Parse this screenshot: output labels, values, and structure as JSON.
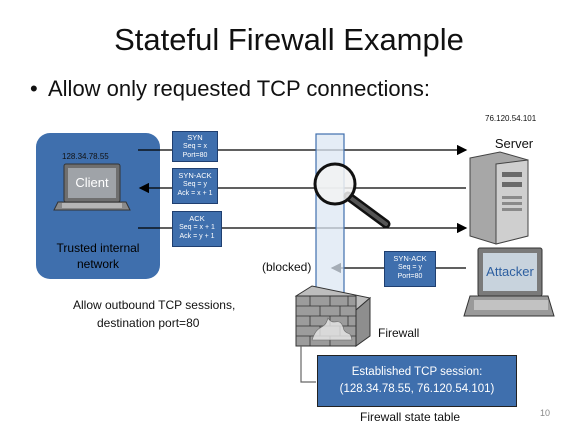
{
  "slide": {
    "title": "Stateful Firewall Example",
    "bullet": "Allow only requested TCP connections:",
    "number": "10"
  },
  "client": {
    "ip": "128.34.78.55",
    "label": "Client",
    "zone_label_1": "Trusted internal",
    "zone_label_2": "network"
  },
  "server": {
    "ip": "76.120.54.101",
    "label": "Server"
  },
  "attacker": {
    "label": "Attacker"
  },
  "packets": {
    "syn": {
      "title": "SYN",
      "line1": "Seq = x",
      "line2": "Port=80"
    },
    "synack": {
      "title": "SYN-ACK",
      "line1": "Seq = y",
      "line2": "Ack = x + 1"
    },
    "ack": {
      "title": "ACK",
      "line1": "Seq = x + 1",
      "line2": "Ack = y + 1"
    },
    "attack": {
      "title": "SYN-ACK",
      "line1": "Seq = y",
      "line2": "Port=80"
    }
  },
  "blocked_label": "(blocked)",
  "policy": {
    "line1": "Allow outbound TCP sessions,",
    "line2": "destination port=80"
  },
  "firewall_label": "Firewall",
  "state_table": {
    "line1": "Established TCP session:",
    "line2": "(128.34.78.55, 76.120.54.101)",
    "caption": "Firewall state table"
  }
}
